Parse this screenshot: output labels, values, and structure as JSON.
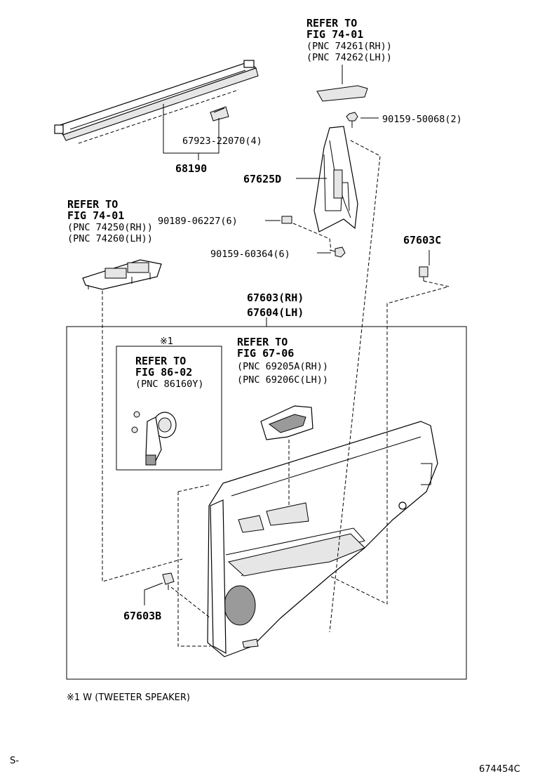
{
  "labels": {
    "refer_top": [
      "REFER TO",
      "FIG 74-01",
      "(PNC 74261(RH))",
      "(PNC 74262(LH))"
    ],
    "p90159_50068": "90159-50068(2)",
    "p67923": "67923-22070(4)",
    "p68190": "68190",
    "p67625D": "67625D",
    "refer_left": [
      "REFER TO",
      "FIG 74-01",
      "(PNC 74250(RH))",
      "(PNC 74260(LH))"
    ],
    "p90189": "90189-06227(6)",
    "p67603C": "67603C",
    "p90159_60364": "90159-60364(6)",
    "p67603_rh": "67603(RH)",
    "p67604_lh": "67604(LH)",
    "star1": "※1",
    "refer_speaker": [
      "REFER TO",
      "FIG 86-02",
      "(PNC 86160Y)"
    ],
    "refer_handle": [
      "REFER TO",
      "FIG 67-06",
      "(PNC 69205A(RH))",
      "(PNC 69206C(LH))"
    ],
    "p67603B": "67603B",
    "footnote": "※1 W (TWEETER  SPEAKER)",
    "corner_left": "S-",
    "corner_right": "674454C"
  }
}
